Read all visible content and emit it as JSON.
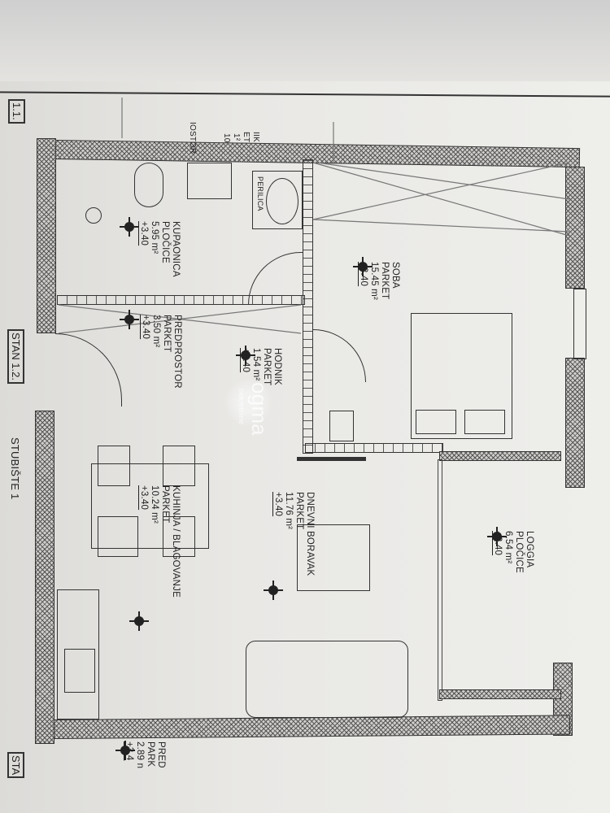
{
  "sheet_tags": {
    "unit_1_1": "1.1.",
    "unit_1_2": "STAN 1.2.",
    "stair": "STUBIŠTE 1",
    "cut_tag": "STA"
  },
  "fragments": {
    "prostor": "IOSTOR",
    "top_codes": [
      "IIK",
      "ET",
      "1²",
      "10"
    ]
  },
  "appliance": {
    "washer": "PERILICA"
  },
  "rooms": [
    {
      "name": "KUPAONICA",
      "floor": "PLOČICE",
      "area": "5.95 m²",
      "elevation": "+3.40"
    },
    {
      "name": "PREDPROSTOR",
      "floor": "PARKET",
      "area": "3.50 m²",
      "elevation": "+3.40"
    },
    {
      "name": "HODNIK",
      "floor": "PARKET",
      "area": "1.54 m²",
      "elevation": "+3.40"
    },
    {
      "name": "SOBA",
      "floor": "PARKET",
      "area": "15.45 m²",
      "elevation": "+3.40"
    },
    {
      "name": "KUHINJA / BLAGOVANJE",
      "floor": "PARKET",
      "area": "10.24 m²",
      "elevation": "+3.40"
    },
    {
      "name": "DNEVNI BORAVAK",
      "floor": "PARKET",
      "area": "11.76 m²",
      "elevation": "+3.40"
    },
    {
      "name": "LOGGIA",
      "floor": "PLOČICE",
      "area": "6.54 m²",
      "elevation": "+3.40"
    },
    {
      "name": "PRED",
      "floor": "PARK",
      "area": "2.89 n",
      "elevation": "+3.4"
    }
  ],
  "watermark": {
    "text": "ogma",
    "subtext": "nekretnine"
  },
  "colors": {
    "ink": "#333333",
    "paper": "#e9e8e5",
    "wall_fill": "#cfcdca"
  }
}
